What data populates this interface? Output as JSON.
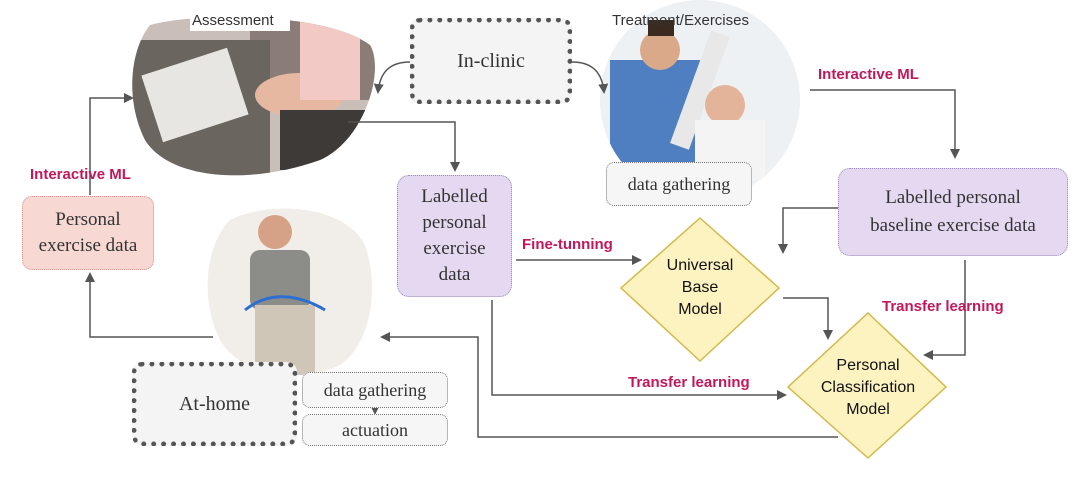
{
  "photos": {
    "assessment": {
      "label": "Assessment"
    },
    "treatment": {
      "label": "Treatment/Exercises"
    }
  },
  "nodes": {
    "in_clinic": "In-clinic",
    "at_home": "At-home",
    "data_gathering_clinic": "data gathering",
    "data_gathering_home": "data gathering",
    "actuation": "actuation",
    "personal_exercise_data": [
      "Personal",
      "exercise data"
    ],
    "labelled_personal_exercise_data": [
      "Labelled",
      "personal",
      "exercise",
      "data"
    ],
    "labelled_personal_baseline": [
      "Labelled personal",
      "baseline exercise data"
    ],
    "universal_base_model": [
      "Universal",
      "Base",
      "Model"
    ],
    "personal_classification_model": [
      "Personal",
      "Classification",
      "Model"
    ]
  },
  "annotations": {
    "interactive_ml_left": "Interactive ML",
    "interactive_ml_right": "Interactive ML",
    "fine_tuning": "Fine-tunning",
    "transfer_learning_right": "Transfer learning",
    "transfer_learning_bottom": "Transfer learning"
  },
  "colors": {
    "annotation": "#c2185b",
    "labelled_fill": "#e5d9f1",
    "personal_fill": "#f7d8d3",
    "diamond_fill": "#fdf3c0",
    "diamond_stroke": "#d4b84a",
    "arrow": "#555555"
  },
  "icons": [
    "therapist-assessment-photo",
    "therapist-stretching-patient-photo",
    "elderly-man-resistance-band-photo"
  ]
}
